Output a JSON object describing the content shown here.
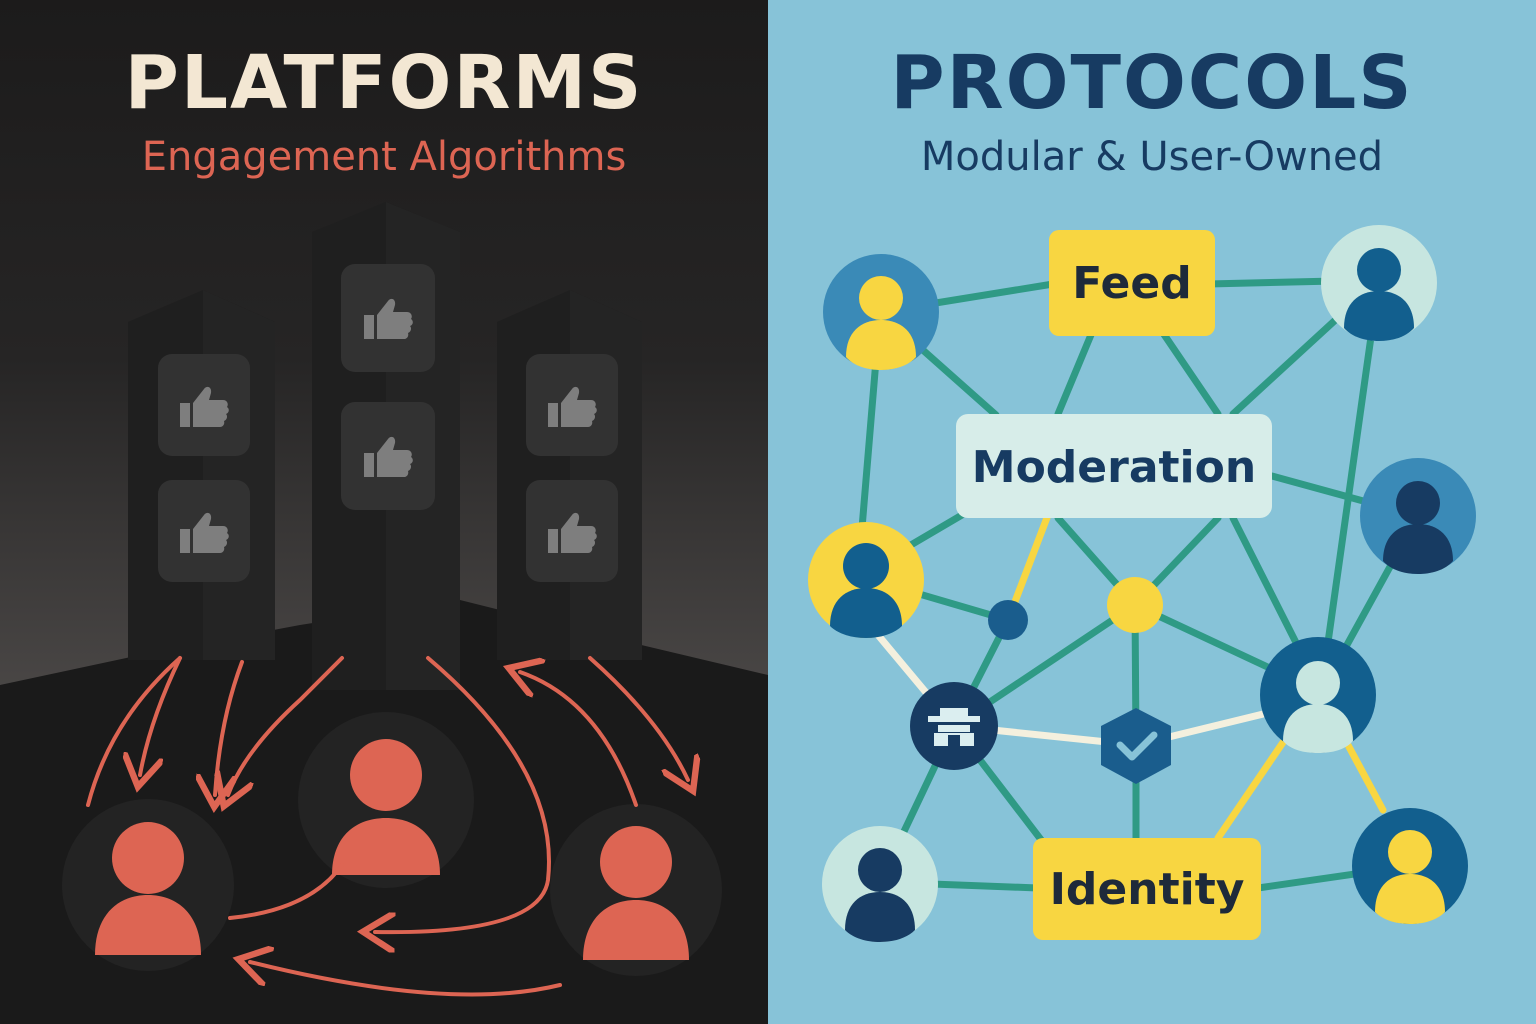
{
  "colors": {
    "platform_accent": "#dd6553",
    "protocol_accent": "#173b62",
    "teal_edge": "#2f9a85",
    "yellow": "#f8d641",
    "light_blue_bg": "#87c3d8"
  },
  "platforms": {
    "title": "PLATFORMS",
    "subtitle": "Engagement Algorithms",
    "icons": [
      "thumbs-up-icon",
      "user-icon",
      "arrow-icon"
    ]
  },
  "protocols": {
    "title": "PROTOCOLS",
    "subtitle": "Modular & User-Owned",
    "modules": {
      "feed": "Feed",
      "moderation": "Moderation",
      "identity": "Identity"
    },
    "icons": [
      "user-icon",
      "building-icon",
      "checkmark-icon"
    ]
  }
}
